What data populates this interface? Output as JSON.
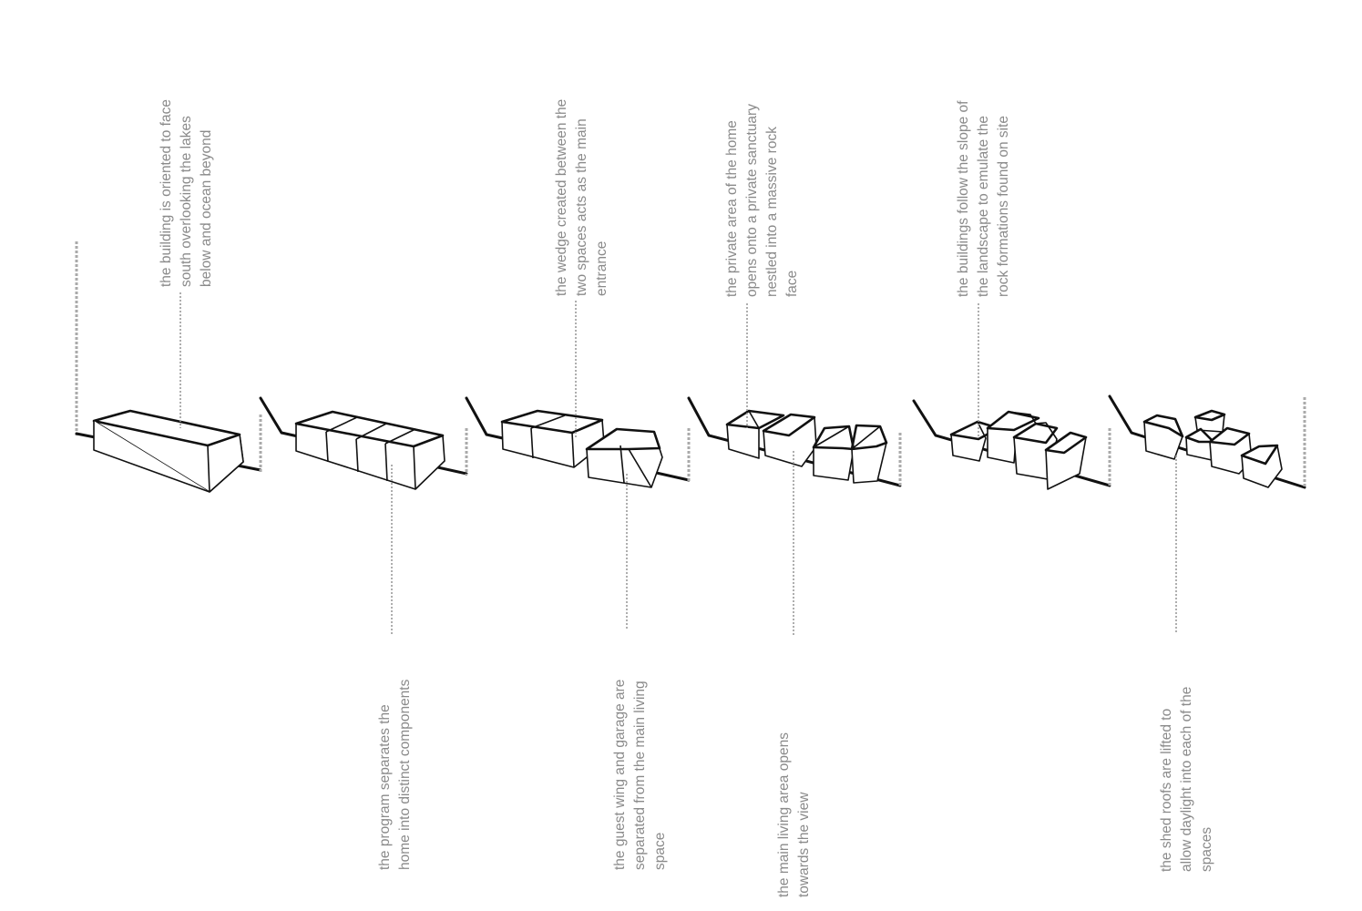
{
  "diagram": {
    "steps": [
      {
        "id": 1,
        "note": [
          "the building is oriented to face",
          "south overlooking the lakes",
          "below and ocean beyond"
        ]
      },
      {
        "id": 2,
        "note": [
          "the program separates the",
          "home into distinct components"
        ]
      },
      {
        "id": 3,
        "note": [
          "the wedge created between the",
          "two spaces acts as the main",
          "entrance"
        ]
      },
      {
        "id": 4,
        "note": [
          "the guest wing and garage are",
          "separated from the main living",
          "space"
        ]
      },
      {
        "id": 5,
        "note": [
          "the private area of the home",
          "opens onto a private sanctuary",
          "nestled into a massive rock",
          "face"
        ]
      },
      {
        "id": 6,
        "note": [
          "the main living area opens",
          "towards the view"
        ]
      },
      {
        "id": 7,
        "note": [
          "the buildings follow the slope of",
          "the landscape to emulate the",
          "rock formations found on site"
        ]
      },
      {
        "id": 8,
        "note": [
          "the shed roofs are lifted to",
          "allow daylight into each of the",
          "spaces"
        ]
      }
    ]
  }
}
